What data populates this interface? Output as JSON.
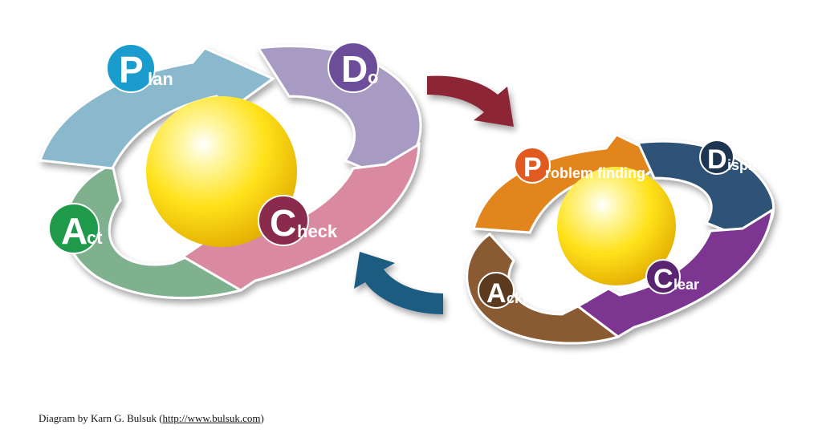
{
  "cycle_pdca": {
    "plan": {
      "initial": "P",
      "rest": "lan",
      "color": "#8ab8cc",
      "badge": "#1a9ccf"
    },
    "do": {
      "initial": "D",
      "rest": "o",
      "color": "#a79ac3",
      "badge": "#6b4d9a"
    },
    "check": {
      "initial": "C",
      "rest": "heck",
      "color": "#d98aa1",
      "badge": "#8a2a4c"
    },
    "act": {
      "initial": "A",
      "rest": "ct",
      "color": "#80b18f",
      "badge": "#1f9a4a"
    }
  },
  "cycle_pdca_alt": {
    "problem": {
      "initial": "P",
      "rest": "roblem finding",
      "color": "#e1851d",
      "badge": "#e15a20"
    },
    "display": {
      "initial": "D",
      "rest": "isplay",
      "color": "#2e5276",
      "badge": "#1d3550"
    },
    "clear": {
      "initial": "C",
      "rest": "lear",
      "color": "#7c3590",
      "badge": "#5a2570"
    },
    "acknowledge": {
      "initial": "A",
      "rest": "cknowledge",
      "color": "#8a5a32",
      "badge": "#5b3a1e"
    }
  },
  "connectors": {
    "forward_color": "#8c2535",
    "back_color": "#1f5c80"
  },
  "credit": {
    "prefix": "Diagram by Karn G. Bulsuk (",
    "link": "http://www.bulsuk.com",
    "suffix": ")"
  }
}
